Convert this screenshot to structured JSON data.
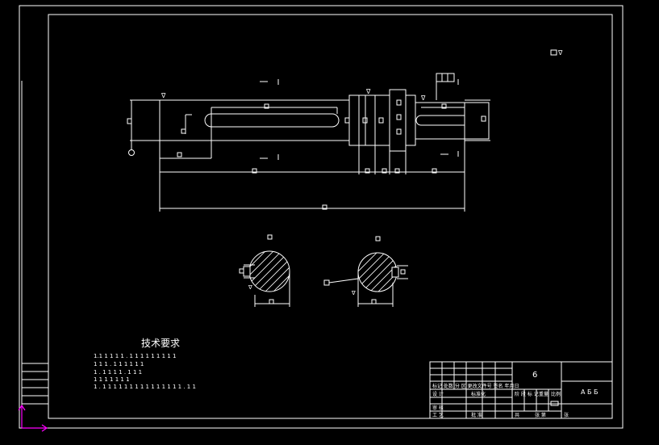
{
  "technical_requirements": {
    "title": "技术要求",
    "lines": [
      "1.1 1 1 1 1 . 1 1 1 1 1 1 1 1 1",
      "1 1 1 . 1 1 1 1 1 1",
      "1 . 1 1 1 1 . 1 1 1",
      "1 1 1 1 1 1 1",
      "1 . 1 1 1 1 1 1 1 1 1 1 1 1 1 1 1 . 1 1"
    ]
  },
  "title_block": {
    "scale_mark": "6",
    "drawing_name": "А Б Б",
    "header_row": "标记 处数 分 区 更改文件号 签名 年月日",
    "design": "设 计",
    "standardization": "标准化",
    "stage_marks": "阶 段 标 记",
    "weight": "重量",
    "ratio": "比例",
    "review": "审 核",
    "process": "工 艺",
    "approve": "批 准",
    "total_sheets": "共",
    "sheet_of": "张 第",
    "sheet": "张"
  },
  "annotations": {
    "roughness_corner": "□ ∇",
    "gd_t_frame": "□ □"
  }
}
